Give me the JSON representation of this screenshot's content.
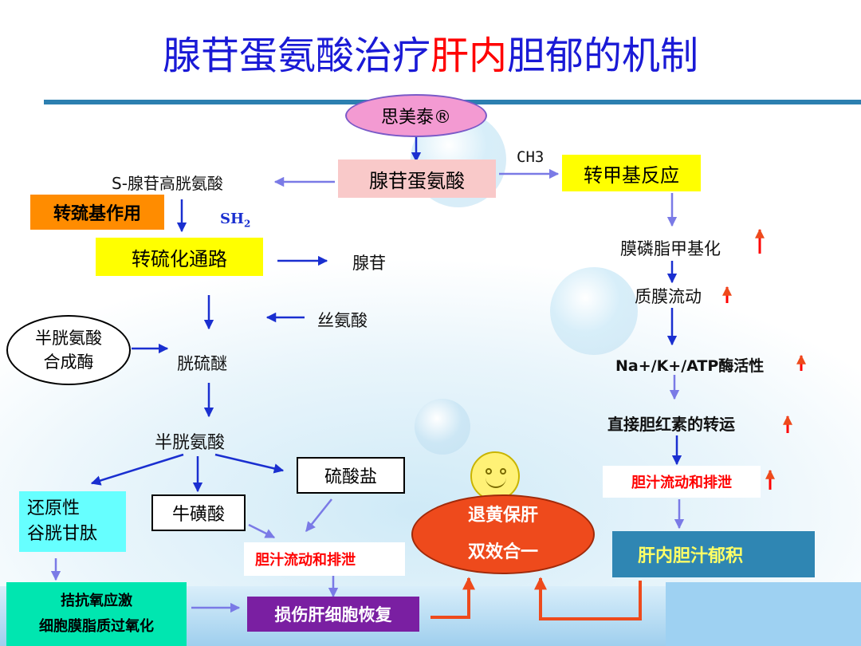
{
  "title": {
    "part1": "腺苷蛋氨酸治疗",
    "part2": "肝内",
    "part3": "胆郁的机制"
  },
  "nodes": {
    "drug": "思美泰®",
    "same": "腺苷蛋氨酸",
    "ch3": "CH3",
    "transmethylation": "转甲基反应",
    "sah": "S-腺苷高胱氨酸",
    "transsulfuration": "转巯基作用",
    "sh2_main": "SH",
    "sh2_sub": "2",
    "transsulfuration_path": "转硫化通路",
    "adenosine": "腺苷",
    "serine": "丝氨酸",
    "enzyme": "半胱氨酸\n合成酶",
    "cystathionine": "胱硫醚",
    "cysteine": "半胱氨酸",
    "sulfate": "硫酸盐",
    "gsh": "还原性\n谷胱甘肽",
    "taurine": "牛磺酸",
    "bile_flow_left": "胆汁流动和排泄",
    "antioxidant": "拮抗氧应激\n细胞膜脂质过氧化",
    "liver_repair": "损伤肝细胞恢复",
    "dual_effect": "退黄保肝\n双效合一",
    "membrane_methylation": "膜磷脂甲基化",
    "membrane_fluidity": "质膜流动",
    "atpase": "Na+/K+/ATP酶活性",
    "bilirubin_transport": "直接胆红素的转运",
    "bile_flow_right": "胆汁流动和排泄",
    "cholestasis": "肝内胆汁郁积"
  },
  "colors": {
    "title_blue": "#1a1ad6",
    "title_red": "#ff0000",
    "arrow_blue": "#1a2fd0",
    "arrow_light": "#7a7ae6",
    "orange_red": "#ee4a1c",
    "drug_pink": "#f39ad2",
    "same_pink": "#f9c9c9",
    "yellow": "#ffff00",
    "orange": "#ff8c00",
    "cyan": "#66ffff",
    "purple": "#7a1fa2",
    "teal": "#2f86b3",
    "bar": "#2c7fb0"
  }
}
